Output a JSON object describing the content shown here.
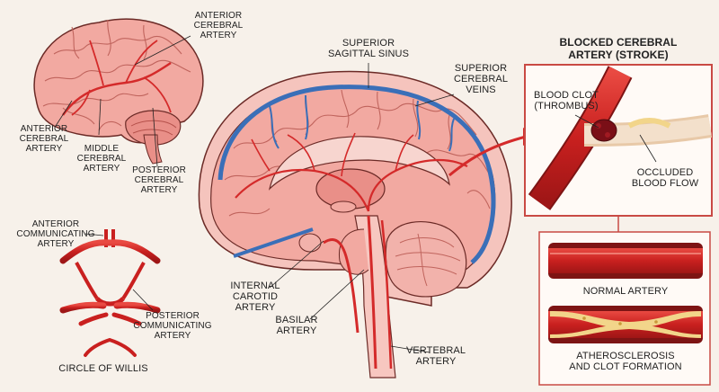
{
  "labels": {
    "anterior_cerebral_artery_top": "ANTERIOR\nCEREBRAL\nARTERY",
    "anterior_cerebral_artery_left": "ANTERIOR\nCEREBRAL\nARTERY",
    "middle_cerebral_artery": "MIDDLE\nCEREBRAL\nARTERY",
    "posterior_cerebral_artery": "POSTERIOR\nCEREBRAL\nARTERY",
    "anterior_communicating_artery": "ANTERIOR\nCOMMUNICATING\nARTERY",
    "posterior_communicating_artery": "POSTERIOR\nCOMMUNICATING\nARTERY",
    "circle_of_willis": "CIRCLE OF WILLIS",
    "superior_sagittal_sinus": "SUPERIOR\nSAGITTAL SINUS",
    "superior_cerebral_veins": "SUPERIOR\nCEREBRAL\nVEINS",
    "internal_carotid_artery": "INTERNAL\nCAROTID\nARTERY",
    "basilar_artery": "BASILAR\nARTERY",
    "vertebral_artery": "VERTEBRAL\nARTERY",
    "blocked_title": "BLOCKED CEREBRAL\nARTERY (STROKE)",
    "blood_clot": "BLOOD CLOT\n(THROMBUS)",
    "occluded_blood_flow": "OCCLUDED\nBLOOD FLOW",
    "normal_artery": "NORMAL ARTERY",
    "atherosclerosis": "ATHEROSCLEROSIS\nAND CLOT FORMATION"
  },
  "colors": {
    "background": "#f7f1ea",
    "brain": "#f2a9a1",
    "brain_dark": "#d9736d",
    "artery": "#d42a2a",
    "vein": "#3a6fb8",
    "plaque": "#f2d58a",
    "outline": "#6b2a26"
  }
}
